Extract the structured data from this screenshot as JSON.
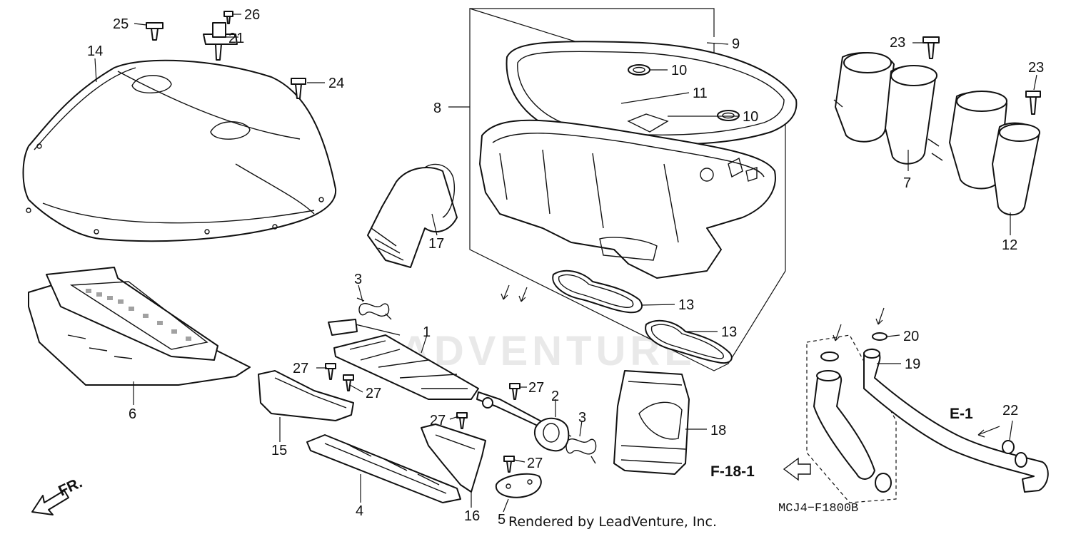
{
  "watermark": "ADVENTURE",
  "credit": "Rendered by LeadVenture, Inc.",
  "diagram_code": "MCJ4−F1800B",
  "front_marker": "FR.",
  "reference_label": "F-18-1",
  "sub_assembly_label": "E-1",
  "callouts": {
    "c1": "1",
    "c2": "2",
    "c3a": "3",
    "c3b": "3",
    "c4": "4",
    "c5": "5",
    "c6": "6",
    "c7": "7",
    "c8": "8",
    "c9": "9",
    "c10a": "10",
    "c10b": "10",
    "c11": "11",
    "c12": "12",
    "c13a": "13",
    "c13b": "13",
    "c14": "14",
    "c15": "15",
    "c16": "16",
    "c17": "17",
    "c18": "18",
    "c19": "19",
    "c20": "20",
    "c21": "21",
    "c22": "22",
    "c23a": "23",
    "c23b": "23",
    "c24": "24",
    "c25": "25",
    "c26": "26",
    "c27a": "27",
    "c27b": "27",
    "c27c": "27",
    "c27d": "27",
    "c27e": "27"
  }
}
